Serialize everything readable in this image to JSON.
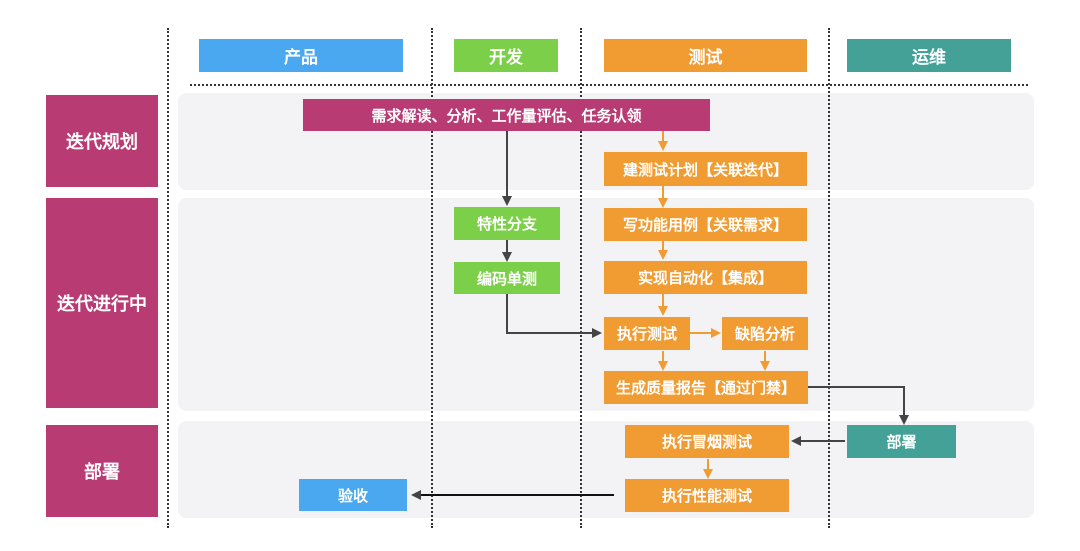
{
  "lanes": {
    "product": "产品",
    "dev": "开发",
    "test": "测试",
    "ops": "运维"
  },
  "phases": {
    "planning": "迭代规划",
    "in_progress": "迭代进行中",
    "deploy": "部署"
  },
  "nodes": {
    "requirements": "需求解读、分析、工作量评估、任务认领",
    "test_plan": "建测试计划【关联迭代】",
    "feature_branch": "特性分支",
    "unit_test": "编码单测",
    "write_cases": "写功能用例【关联需求】",
    "automation": "实现自动化【集成】",
    "execute_test": "执行测试",
    "defect_analysis": "缺陷分析",
    "quality_report": "生成质量报告【通过门禁】",
    "deploy": "部署",
    "smoke_test": "执行冒烟测试",
    "perf_test": "执行性能测试",
    "acceptance": "验收"
  },
  "colors": {
    "product": "#4aa8f0",
    "dev": "#7ccf48",
    "test": "#f09c33",
    "ops": "#44a197",
    "phase": "#b83b73",
    "dev_arrow": "#444444",
    "test_arrow": "#f09c33"
  }
}
